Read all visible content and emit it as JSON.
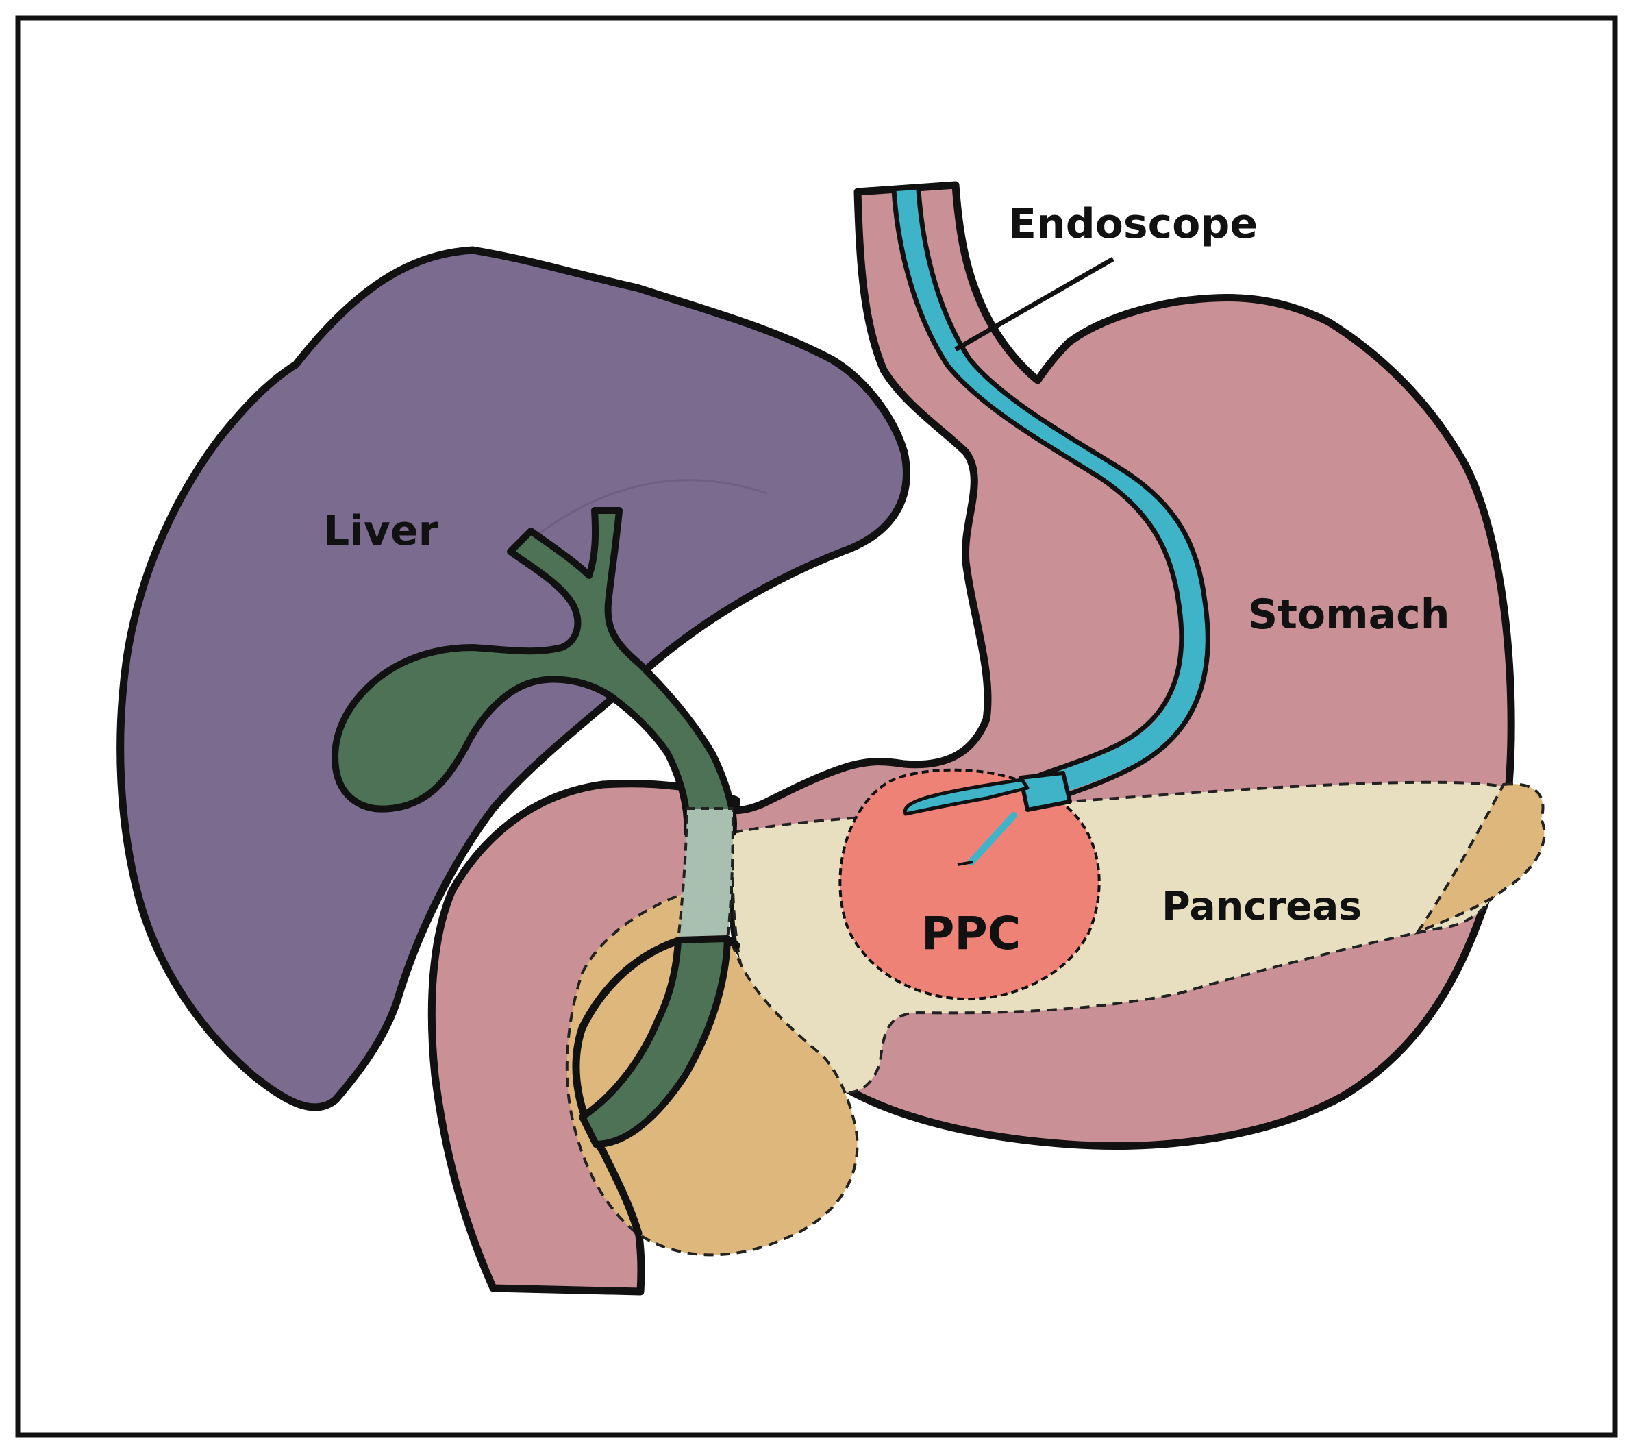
{
  "diagram": {
    "labels": {
      "endoscope": "Endoscope",
      "liver": "Liver",
      "stomach": "Stomach",
      "pancreas": "Pancreas",
      "ppc": "PPC"
    },
    "colors": {
      "liver": "#7a6b8f",
      "liver_dark": "#6d5f84",
      "gallbladder_ducts": "#4d7256",
      "duct_intrapancreatic": "#a9bfaf",
      "stomach_duodenum": "#c99096",
      "pancreas": "#e7dfbf",
      "pancreas_head": "#ddb77c",
      "ppc": "#ee8277",
      "endoscope": "#3fb4c8",
      "outline": "#111111",
      "frame": "#111111",
      "background": "#ffffff"
    }
  }
}
